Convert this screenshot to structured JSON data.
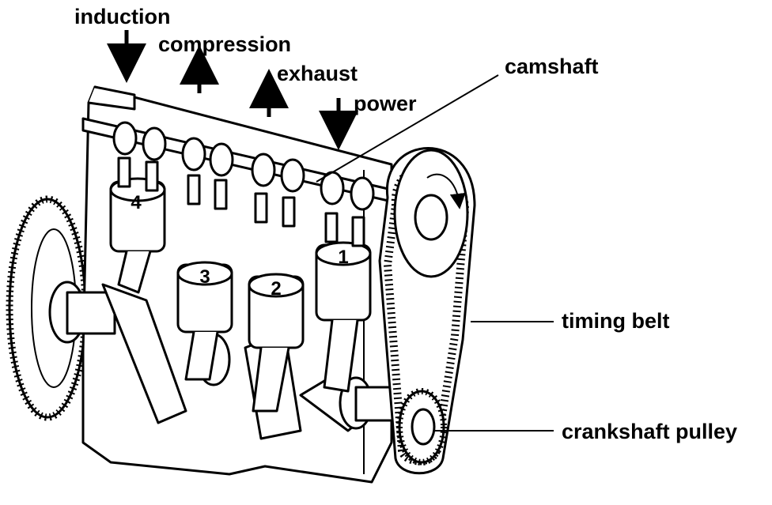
{
  "labels": {
    "induction": "induction",
    "compression": "compression",
    "exhaust": "exhaust",
    "power": "power",
    "camshaft": "camshaft",
    "timing_belt": "timing belt",
    "crankshaft_pulley": "crankshaft pulley"
  },
  "pistons": {
    "p1": "1",
    "p2": "2",
    "p3": "3",
    "p4": "4"
  },
  "colors": {
    "ink": "#000000",
    "background": "#ffffff"
  }
}
